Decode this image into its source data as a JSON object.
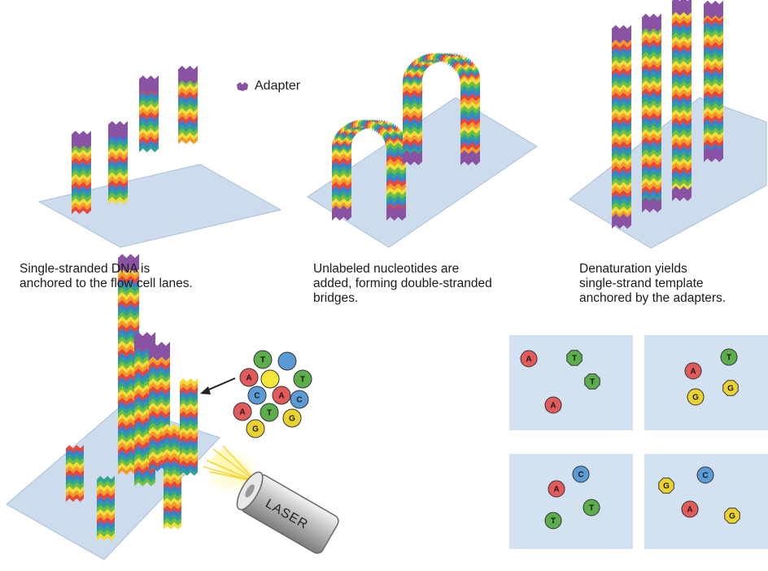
{
  "legend": {
    "adapter_label": "Adapter",
    "adapter_icon": "adapter-icon",
    "adapter_color": "#8a52a3"
  },
  "captions": {
    "step1": [
      "Single-stranded DNA is",
      "anchored to the flow cell lanes."
    ],
    "step2": [
      "Unlabeled nucleotides are",
      "added, forming double-stranded",
      "bridges."
    ],
    "step3": [
      "Denaturation yields",
      "single-strand template",
      "anchored by the adapters."
    ]
  },
  "laser": {
    "label": "LASER"
  },
  "nucleotide_colors": {
    "A": "#e25a5a",
    "T": "#5cae4c",
    "C": "#5b9bd5",
    "G": "#ecd22f",
    "unlabeled": "#f5e63a"
  },
  "nucleotide_pool": [
    {
      "letter": "T"
    },
    {
      "letter": ""
    },
    {
      "letter": "A"
    },
    {
      "letter": ""
    },
    {
      "letter": "T"
    },
    {
      "letter": "C"
    },
    {
      "letter": "A"
    },
    {
      "letter": "C"
    },
    {
      "letter": "A"
    },
    {
      "letter": "T"
    },
    {
      "letter": "G"
    },
    {
      "letter": "G"
    }
  ],
  "panels": [
    {
      "nucleotides": [
        {
          "letter": "A"
        },
        {
          "letter": "T"
        },
        {
          "letter": "T"
        },
        {
          "letter": "A"
        }
      ]
    },
    {
      "nucleotides": [
        {
          "letter": "T"
        },
        {
          "letter": "A"
        },
        {
          "letter": "G"
        },
        {
          "letter": "G"
        }
      ]
    },
    {
      "nucleotides": [
        {
          "letter": "C"
        },
        {
          "letter": "A"
        },
        {
          "letter": "T"
        },
        {
          "letter": "T"
        }
      ]
    },
    {
      "nucleotides": [
        {
          "letter": "G"
        },
        {
          "letter": "C"
        },
        {
          "letter": "A"
        },
        {
          "letter": "G"
        }
      ]
    }
  ]
}
